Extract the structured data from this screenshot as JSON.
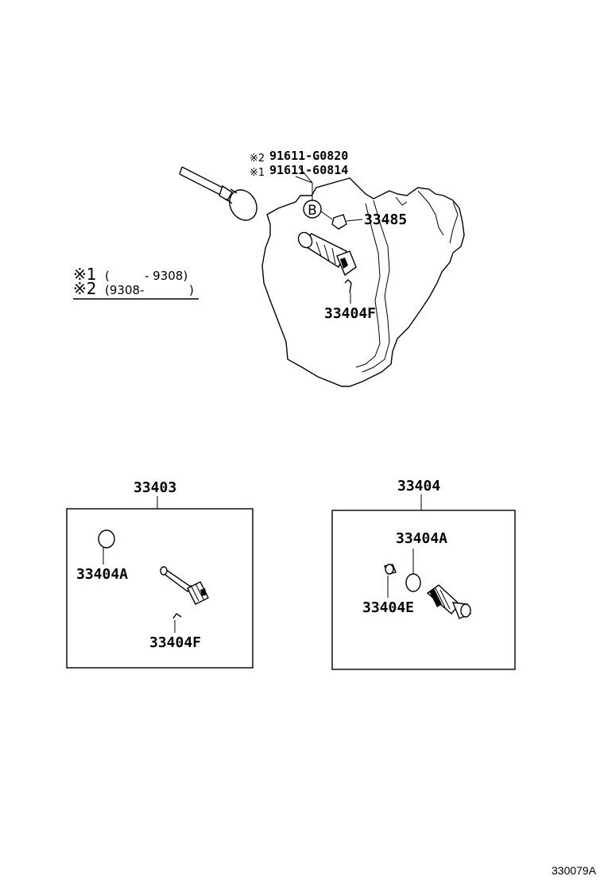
{
  "callouts": {
    "bolt_note2_mark": "※2",
    "bolt_note2_part": "91611-G0820",
    "bolt_note1_mark": "※1",
    "bolt_note1_part": "91611-60814",
    "circle_b": "B",
    "part_33485": "33485",
    "part_33404f_main": "33404F"
  },
  "legend": {
    "note1_mark": "※1",
    "note1_open": "(",
    "note1_range": "- 9308)",
    "note2_mark": "※2",
    "note2_range": "(9308-",
    "note2_close": ")"
  },
  "kit_33403": {
    "title": "33403",
    "part_a": "33404A",
    "part_f": "33404F"
  },
  "kit_33404": {
    "title": "33404",
    "part_a": "33404A",
    "part_e": "33404E"
  },
  "figure_id": "330079A"
}
